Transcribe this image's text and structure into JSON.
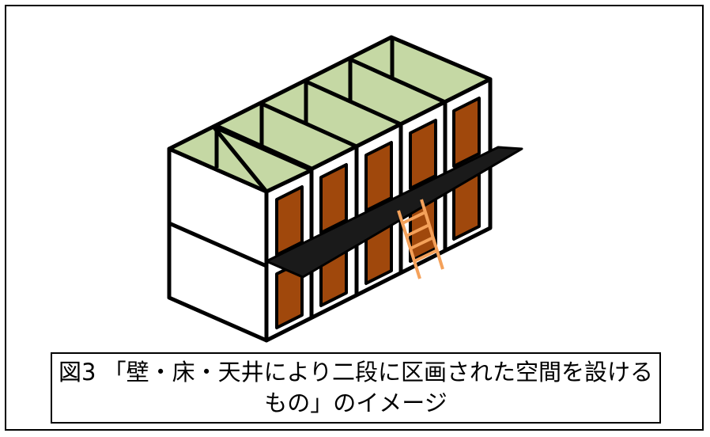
{
  "caption": {
    "line1": "図3 「壁・床・天井により二段に区画された空間を設ける",
    "line2": "もの」のイメージ"
  },
  "colors": {
    "roof": "#c5d8a4",
    "door": "#a0480c",
    "walkway": "#1a1a1a",
    "ladder": "#f4a15a",
    "wall": "#ffffff",
    "outline": "#000000"
  },
  "structure": {
    "units_per_tier": 5,
    "tiers": 2,
    "has_walkway": true,
    "has_ladder": true
  }
}
